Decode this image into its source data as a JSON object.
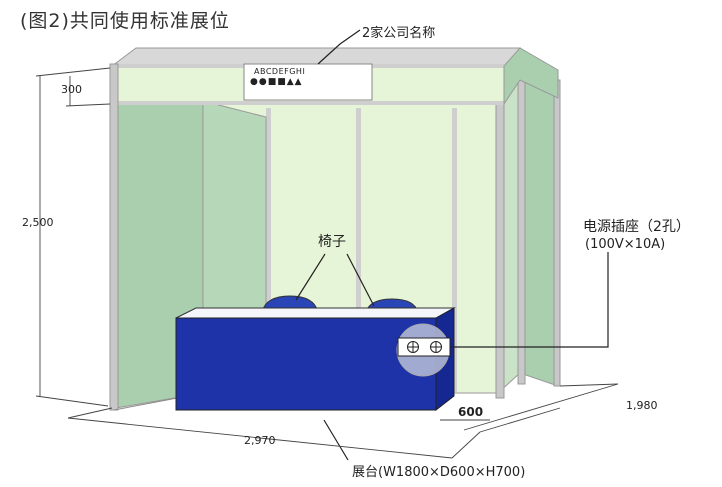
{
  "title": "(图2)共同使用标准展位",
  "labels": {
    "company_sign": "2家公司名称",
    "sign_text": "ABCDEFGHI",
    "sign_shapes": "●●■■▲▲",
    "chairs": "椅子",
    "outlet_line1": "电源插座（2孔）",
    "outlet_line2": "(100V×10A)",
    "counter": "展台(W1800×D600×H700)"
  },
  "dimensions": {
    "fascia_height": "300",
    "wall_height": "2,500",
    "width": "2,970",
    "depth": "1,980",
    "counter_depth": "600"
  },
  "colors": {
    "panel": "#e6f5d8",
    "panel_side": "#a9cfae",
    "frame": "#bfbfbf",
    "counter_front": "#1f33a8",
    "counter_top": "#f4f6fb",
    "chair": "#2a45b5",
    "outlet_highlight": "#b9bfd8"
  }
}
